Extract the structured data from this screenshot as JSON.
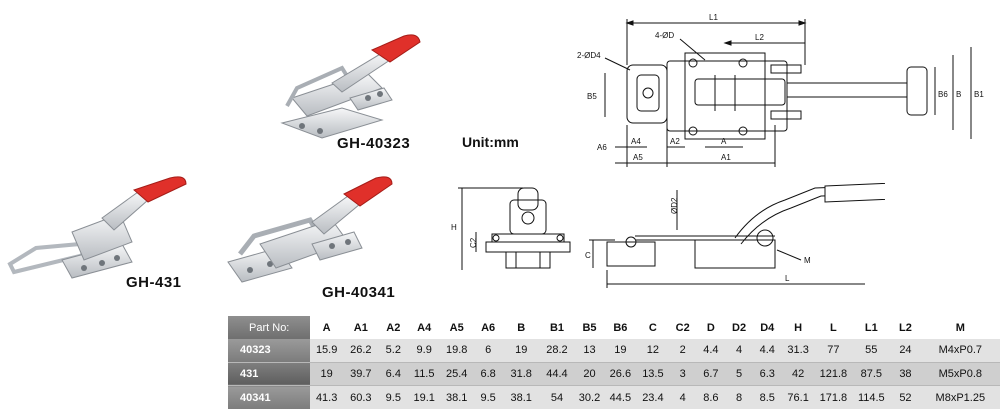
{
  "products": [
    {
      "model": "GH-40323"
    },
    {
      "model": "GH-431"
    },
    {
      "model": "GH-40341"
    }
  ],
  "unit": "Unit:mm",
  "drawing_labels": {
    "L1": "L1",
    "L2": "L2",
    "D": "4-ØD",
    "D4": "2-ØD4",
    "B5": "B5",
    "B6": "B6",
    "B": "B",
    "B1": "B1",
    "A6": "A6",
    "A4": "A4",
    "A2": "A2",
    "A": "A",
    "A5": "A5",
    "A1": "A1",
    "H": "H",
    "C2": "C2",
    "D2": "ØD2",
    "C": "C",
    "M": "M",
    "L": "L"
  },
  "table": {
    "headers": [
      "Part No:",
      "A",
      "A1",
      "A2",
      "A4",
      "A5",
      "A6",
      "B",
      "B1",
      "B5",
      "B6",
      "C",
      "C2",
      "D",
      "D2",
      "D4",
      "H",
      "L",
      "L1",
      "L2",
      "M"
    ],
    "rows": [
      [
        "40323",
        "15.9",
        "26.2",
        "5.2",
        "9.9",
        "19.8",
        "6",
        "19",
        "28.2",
        "13",
        "19",
        "12",
        "2",
        "4.4",
        "4",
        "4.4",
        "31.3",
        "77",
        "55",
        "24",
        "M4xP0.7"
      ],
      [
        "431",
        "19",
        "39.7",
        "6.4",
        "11.5",
        "25.4",
        "6.8",
        "31.8",
        "44.4",
        "20",
        "26.6",
        "13.5",
        "3",
        "6.7",
        "5",
        "6.3",
        "42",
        "121.8",
        "87.5",
        "38",
        "M5xP0.8"
      ],
      [
        "40341",
        "41.3",
        "60.3",
        "9.5",
        "19.1",
        "38.1",
        "9.5",
        "38.1",
        "54",
        "30.2",
        "44.5",
        "23.4",
        "4",
        "8.6",
        "8",
        "8.5",
        "76.1",
        "171.8",
        "114.5",
        "52",
        "M8xP1.25"
      ]
    ]
  },
  "colors": {
    "handle_red": "#e0302a",
    "metal": "#e6e8ea",
    "table_header_cell": "#7a7a7a"
  }
}
